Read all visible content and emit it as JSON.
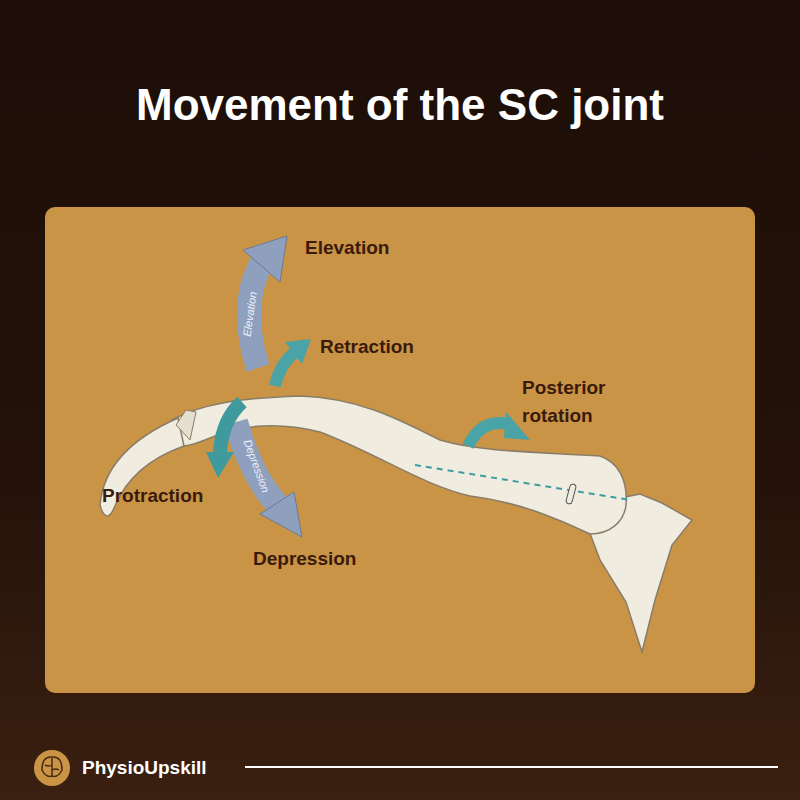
{
  "diagram": {
    "title": "Movement of the SC joint",
    "labels": [
      "Elevation",
      "Elevation",
      "Retraction",
      "Posterior rotation",
      "Protraction",
      "Depression",
      "Depression",
      "PhysioUpskill"
    ]
  }
}
